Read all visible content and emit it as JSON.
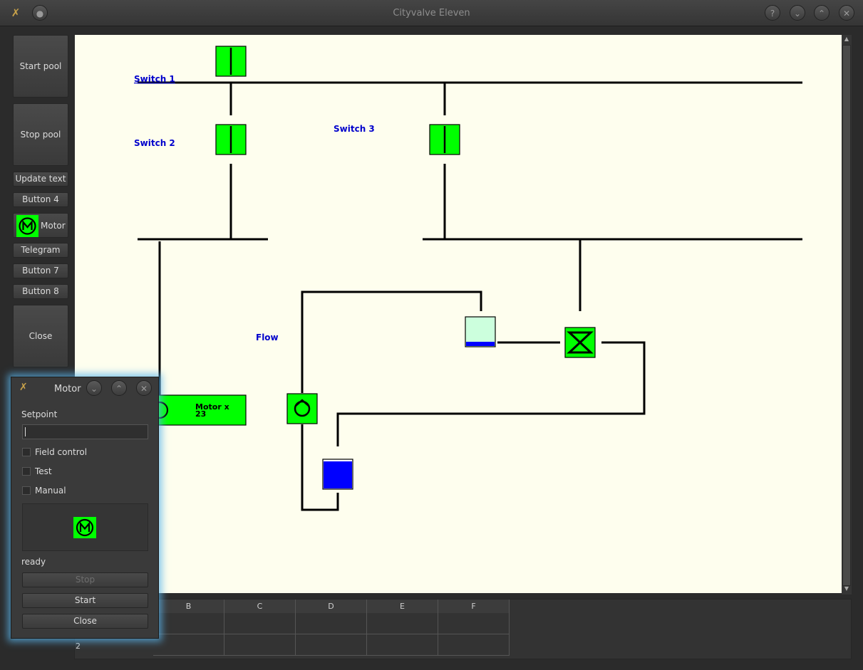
{
  "window": {
    "title": "Cityvalve Eleven"
  },
  "left_panel": {
    "start_pool": "Start pool",
    "stop_pool": "Stop pool",
    "update_text": "Update text",
    "button4": "Button 4",
    "motor": "Motor",
    "telegram": "Telegram",
    "button7": "Button 7",
    "button8": "Button 8",
    "close": "Close"
  },
  "diagram": {
    "switch1": "Switch 1",
    "switch2": "Switch 2",
    "switch3": "Switch 3",
    "flow": "Flow",
    "motor_label": "Motor x",
    "motor_value": "23",
    "upper_tank_level": 0.15,
    "lower_tank_level": 0.95,
    "colors": {
      "green": "#00ff00",
      "blue": "#0000ff",
      "label": "#0000cc",
      "canvas": "#fefeee"
    }
  },
  "spreadsheet": {
    "columns": [
      "B",
      "C",
      "D",
      "E",
      "F"
    ],
    "row_labels": [
      "2"
    ]
  },
  "motor_dialog": {
    "title": "Motor",
    "setpoint_label": "Setpoint",
    "setpoint_value": "",
    "field_control": "Field control",
    "test": "Test",
    "manual": "Manual",
    "field_control_checked": false,
    "test_checked": false,
    "manual_checked": false,
    "status": "ready",
    "stop": "Stop",
    "start": "Start",
    "close": "Close"
  }
}
